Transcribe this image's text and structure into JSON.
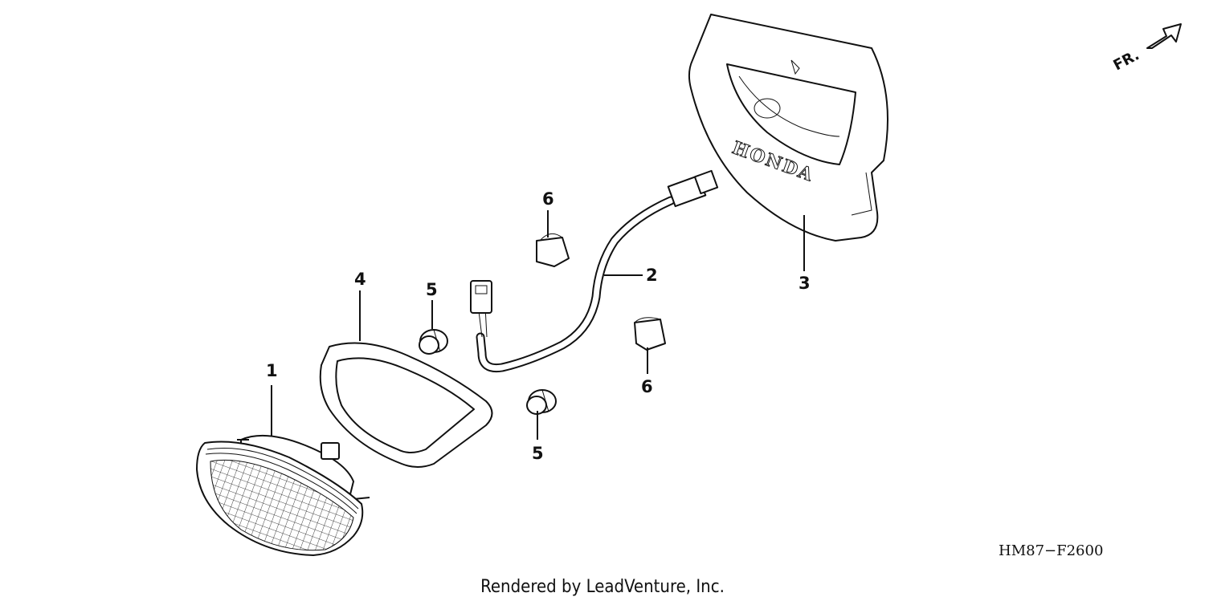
{
  "diagram": {
    "callouts": [
      {
        "id": "c1",
        "label": "1"
      },
      {
        "id": "c2",
        "label": "2"
      },
      {
        "id": "c3",
        "label": "3"
      },
      {
        "id": "c4",
        "label": "4"
      },
      {
        "id": "c5a",
        "label": "5"
      },
      {
        "id": "c5b",
        "label": "5"
      },
      {
        "id": "c6a",
        "label": "6"
      },
      {
        "id": "c6b",
        "label": "6"
      }
    ],
    "brand_mark": "HONDA",
    "direction_label": "FR.",
    "diagram_code": "HM87−F2600",
    "credit": "Rendered by LeadVenture, Inc."
  }
}
